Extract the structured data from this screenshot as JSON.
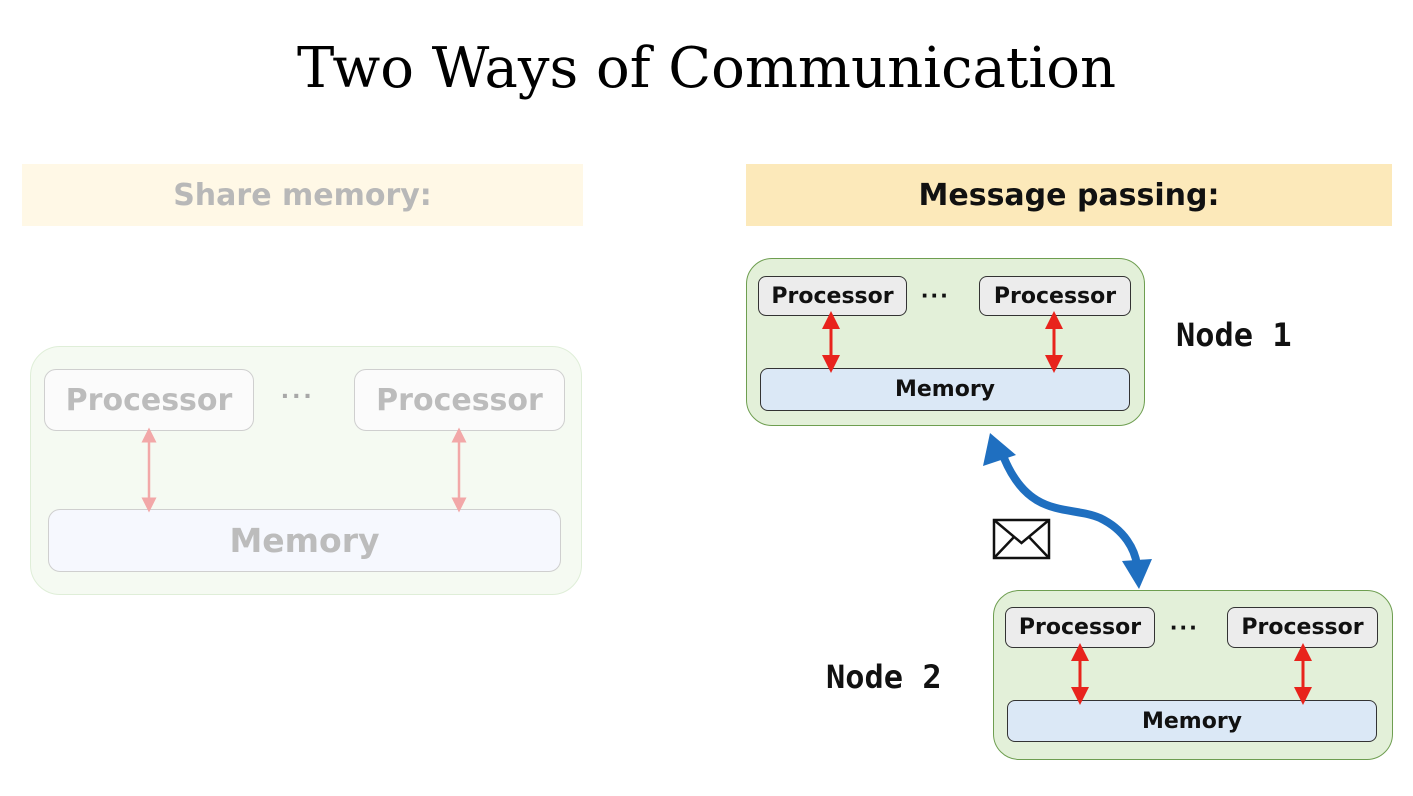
{
  "title": "Two Ways of Communication",
  "left": {
    "heading": "Share memory:",
    "processor_a": "Processor",
    "processor_b": "Processor",
    "dots": "···",
    "memory": "Memory"
  },
  "right": {
    "heading": "Message passing:",
    "node1": {
      "label": "Node 1",
      "processor_a": "Processor",
      "processor_b": "Processor",
      "dots": "···",
      "memory": "Memory"
    },
    "node2": {
      "label": "Node 2",
      "processor_a": "Processor",
      "processor_b": "Processor",
      "dots": "···",
      "memory": "Memory"
    }
  },
  "colors": {
    "arrow_red": "#e8231c",
    "arrow_faded": "#f2a8a8",
    "arrow_blue": "#1f6fc0",
    "node_green": "#e3f0d9",
    "memory_blue": "#dbe8f6",
    "banner_yellow": "#fce9ba"
  },
  "icons": {
    "message": "envelope-icon"
  }
}
